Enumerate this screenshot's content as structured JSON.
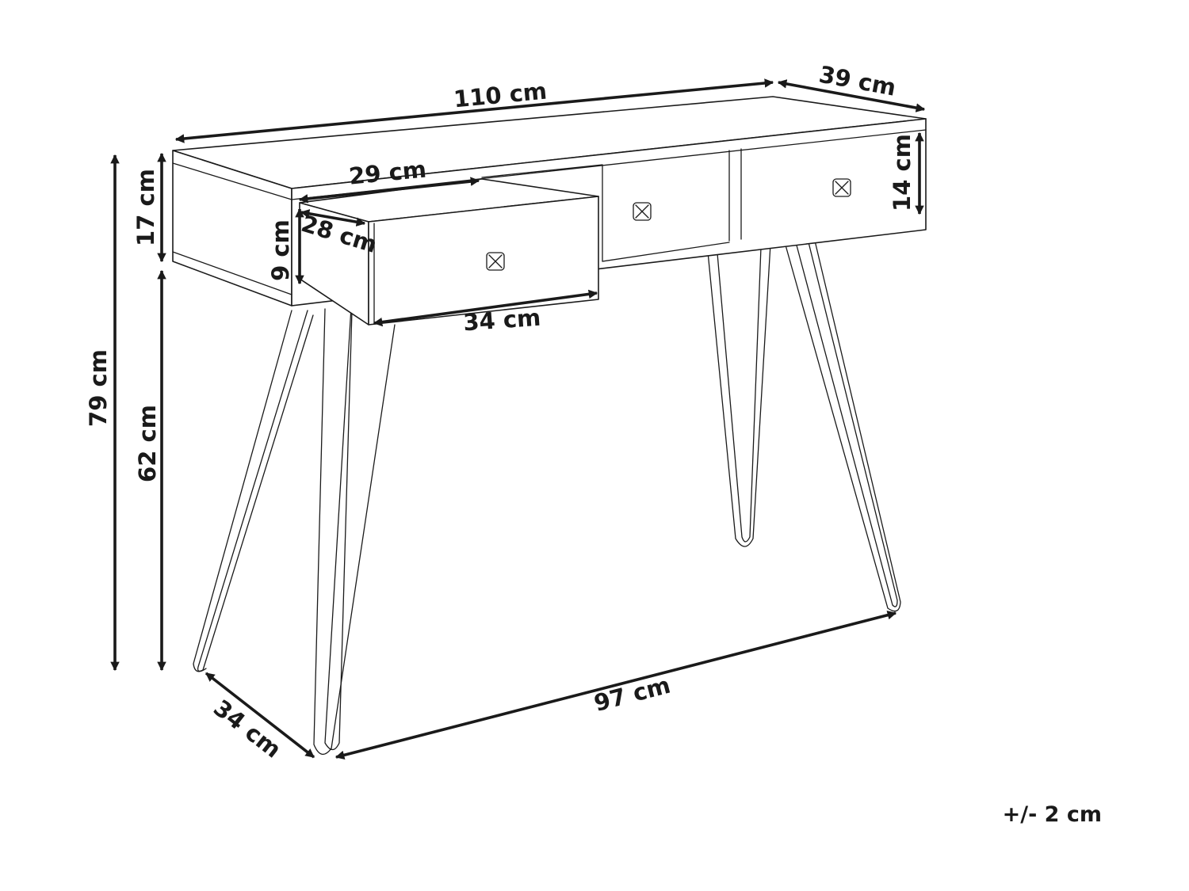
{
  "dimensions": {
    "total_width": "110 cm",
    "depth": "39 cm",
    "drawer_front_height": "14 cm",
    "open_drawer_width": "29 cm",
    "open_drawer_depth": "28 cm",
    "open_drawer_height": "9 cm",
    "drawer_front_width": "34 cm",
    "top_section_height": "17 cm",
    "leg_height": "62 cm",
    "total_height": "79 cm",
    "leg_span_depth": "34 cm",
    "leg_span_width": "97 cm"
  },
  "tolerance": "+/- 2 cm",
  "colors": {
    "line": "#1a1a1a",
    "background": "#ffffff"
  },
  "icons": [
    "drawer-knob-icon",
    "dimension-arrow-icon"
  ]
}
